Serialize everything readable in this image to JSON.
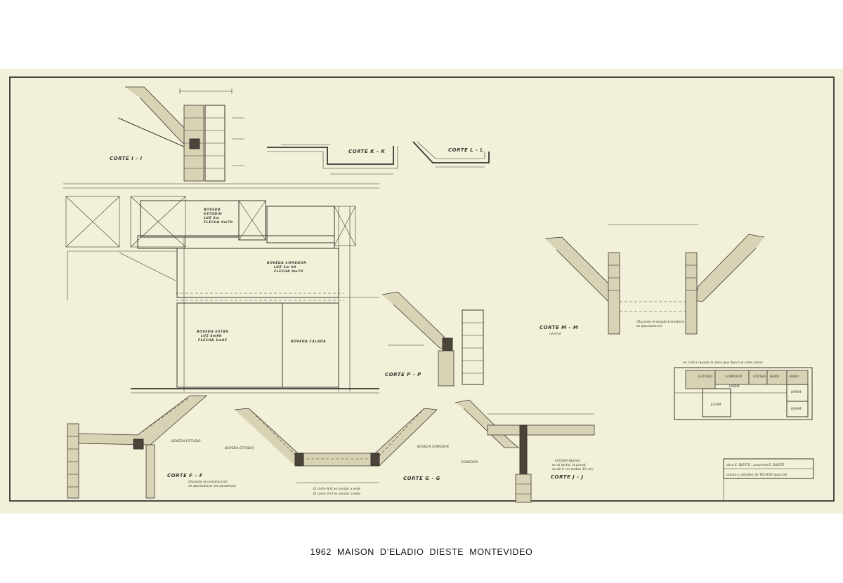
{
  "caption": "1962  MAISON D’ELADIO DIESTE  MONTEVIDEO",
  "sections": {
    "i": "CORTE  I - I",
    "kk": "CORTE  K - K",
    "ll": "CORTE  L - L",
    "mm": "CORTE  M - M",
    "mm_sub": "(ducto)",
    "pp": "CORTE  P - P",
    "ff": "CORTE  F - F",
    "gg": "CORTE  G - G",
    "jj": "CORTE  J - J"
  },
  "plan_labels": {
    "estudio": [
      "BOVEDA",
      "ESTUDIO",
      "LUZ  3m",
      "FLECHA 0m70"
    ],
    "comedor": [
      "BOVEDA COMEDOR",
      "LUZ   2m 90",
      "FLECHA   0m70"
    ],
    "estar": [
      "BOVEDA ESTAR",
      "LUZ   4m80",
      "FLECHA 1m05"
    ],
    "calada": "BOVEDA CALADA"
  },
  "detail_labels": {
    "boveda_estudio": "BOVEDA ESTUDIO",
    "boveda_comedor": "BOVEDA COMEDOR",
    "comedor": "COMEDOR",
    "cocina": [
      "COCINA (Bailio)",
      "en el techo, la pared",
      "es de 9 cm (sobre 15 cm)"
    ],
    "nn_note": [
      "El corte N-N es similar a este",
      "El corte O-O es similar a este"
    ],
    "ff_note": [
      "(durante la construcción",
      "se apuntalaron las canaletas)"
    ],
    "mm_note": [
      "(Durante el estado transitorio",
      "se apuntalaron)"
    ],
    "key_note": "se indica rayado la zona que figura en este plano"
  },
  "key_rooms": [
    "ESTUDIO",
    "COMEDOR",
    "ESTAR",
    "COCINA",
    "BAÑO",
    "BAÑO",
    "DORM.",
    "DORM.",
    "DORM."
  ],
  "title_block": {
    "line1": "obra  E. DIESTE ;  proyecto   E. DIESTE",
    "line2": "planta y detalles de TECHOS  (parcial)"
  }
}
